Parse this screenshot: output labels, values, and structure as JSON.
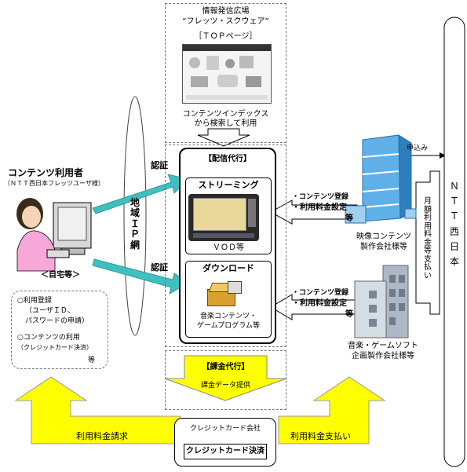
{
  "plaza": {
    "title_line1": "情報発信広場",
    "title_line2": "“フレッツ・スクウェア”",
    "top_page_label": "［ＴＯＰページ］",
    "index_line1": "コンテンツインデックス",
    "index_line2": "から検索して利用"
  },
  "delivery": {
    "title": "【配信代行】",
    "streaming_label": "ストリーミング",
    "vod_label": "ＶＯＤ等",
    "download_label": "ダウンロード",
    "download_desc_line1": "音楽コンテンツ・",
    "download_desc_line2": "ゲームプログラム等"
  },
  "user": {
    "title": "コンテンツ利用者",
    "subtitle": "（ＮＴＴ西日本フレッツユーザ様）",
    "home_label": "＜自宅等＞",
    "notes": [
      "○利用登録",
      "（ユーザＩＤ、",
      "パスワードの申請）",
      "○コンテンツの利用",
      "（クレジットカード決済）",
      "等"
    ]
  },
  "network": {
    "name": "地域ＩＰ網",
    "auth_top": "認証",
    "auth_bottom": "認証"
  },
  "providers": {
    "register_top": [
      "・コンテンツ登録",
      "・利用料金設定",
      "等"
    ],
    "register_bottom": [
      "・コンテンツ登録",
      "・利用料金設定",
      "等"
    ],
    "video_company_line1": "映像コンテンツ",
    "video_company_line2": "製作会社様等",
    "music_company_line1": "音楽・ゲームソフト",
    "music_company_line2": "企画製作会社様等",
    "apply_label": "申込み",
    "monthly_fee": "月額利用料金等支払い"
  },
  "ntt": {
    "name": "ＮＴＴ西日本"
  },
  "billing": {
    "title": "【課金代行】",
    "data_label": "課金データ提供",
    "credit_company": "クレジットカード会社",
    "credit_settlement": "クレジットカード決済",
    "fee_request": "利用料金請求",
    "fee_payment": "利用料金支払い"
  },
  "colors": {
    "arrow_yellow": "#ffff00",
    "arrow_teal": "#3fc0c0",
    "building_blue": "#5fb0e8"
  }
}
